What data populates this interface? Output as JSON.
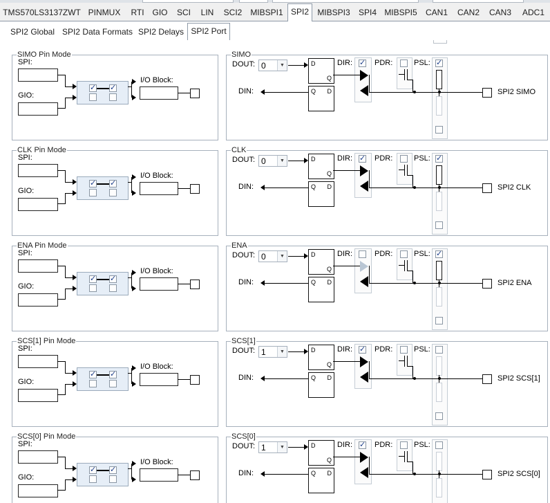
{
  "top_tabs": [
    "TMS570LS3137ZWT",
    "PINMUX",
    "RTI",
    "GIO",
    "SCI",
    "LIN",
    "SCI2",
    "MIBSPI1",
    "SPI2",
    "MIBSPI3",
    "SPI4",
    "MIBSPI5",
    "CAN1",
    "CAN2",
    "CAN3",
    "ADC1"
  ],
  "active_top_tab": "SPI2",
  "sub_tabs": [
    "SPI2 Global",
    "SPI2 Data Formats",
    "SPI2 Delays",
    "SPI2 Port"
  ],
  "active_sub_tab": "SPI2 Port",
  "labels": {
    "spi": "SPI:",
    "gio": "GIO:",
    "io_block": "I/O Block:",
    "dout": "DOUT:",
    "din": "DIN:",
    "dir": "DIR:",
    "pdr": "PDR:",
    "psl": "PSL:"
  },
  "pins": [
    {
      "mode_title": "SIMO Pin Mode",
      "port_title": "SIMO",
      "dout": "0",
      "dir": true,
      "pdr": false,
      "psl": true,
      "pin_name": "SPI2 SIMO"
    },
    {
      "mode_title": "CLK Pin Mode",
      "port_title": "CLK",
      "dout": "0",
      "dir": true,
      "pdr": false,
      "psl": true,
      "pin_name": "SPI2 CLK"
    },
    {
      "mode_title": "ENA Pin Mode",
      "port_title": "ENA",
      "dout": "0",
      "dir": false,
      "pdr": false,
      "psl": true,
      "pin_name": "SPI2 ENA"
    },
    {
      "mode_title": "SCS[1] Pin Mode",
      "port_title": "SCS[1]",
      "dout": "1",
      "dir": true,
      "pdr": false,
      "psl": false,
      "pin_name": "SPI2 SCS[1]"
    },
    {
      "mode_title": "SCS[0] Pin Mode",
      "port_title": "SCS[0]",
      "dout": "1",
      "dir": true,
      "pdr": false,
      "psl": false,
      "pin_name": "SPI2 SCS[0]"
    }
  ],
  "icons": {
    "dropdown": "chevron-down-icon",
    "checkbox": "checkbox-icon",
    "pin": "pin-terminal-icon"
  }
}
